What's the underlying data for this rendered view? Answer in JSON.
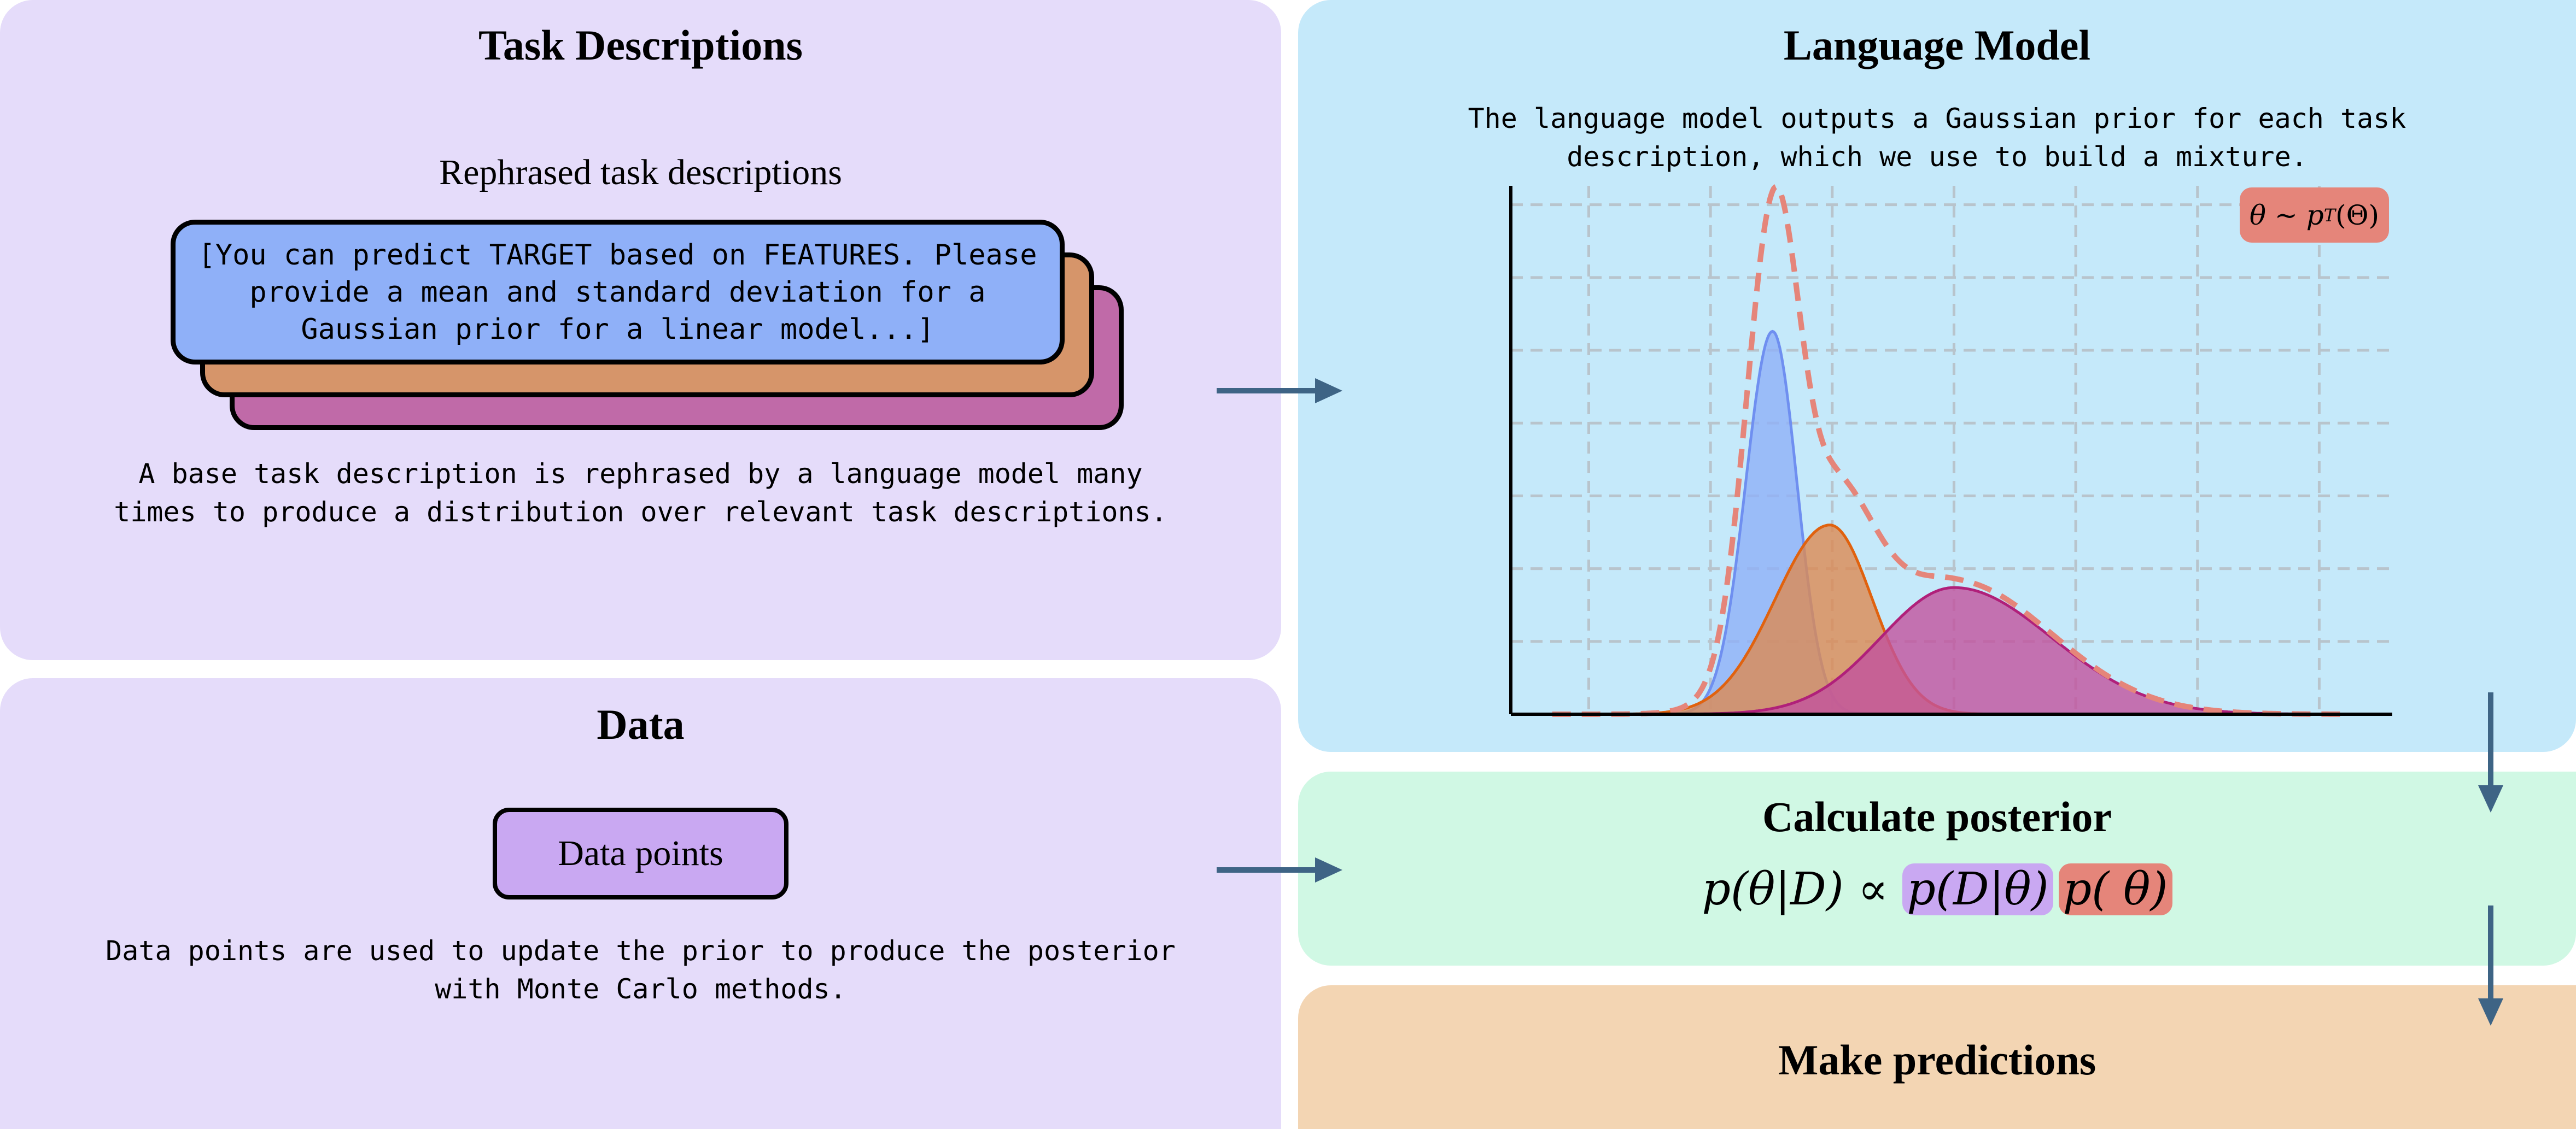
{
  "task_panel": {
    "title": "Task Descriptions",
    "subtitle": "Rephrased task descriptions",
    "prompt_lines": [
      "[You can predict TARGET based on FEATURES. Please",
      "provide a mean and standard deviation for a",
      "Gaussian prior for a linear model...]"
    ],
    "caption_lines": [
      "A base task description is rephrased by a language model many",
      "times to produce a distribution over relevant task descriptions."
    ]
  },
  "data_panel": {
    "title": "Data",
    "box_label": "Data points",
    "caption_lines": [
      "Data points are used to update the prior to produce the posterior",
      "with Monte Carlo methods."
    ]
  },
  "lm_panel": {
    "title": "Language Model",
    "caption_lines": [
      "The language model outputs a Gaussian prior for each task",
      "description, which we use to build a mixture."
    ],
    "legend": "θ ~ p",
    "legend_sub": "T",
    "legend_tail": "(Θ)"
  },
  "posterior_panel": {
    "title": "Calculate posterior",
    "lhs": "p(θ|D) ∝",
    "likelihood": "p(D|θ)",
    "prior": "p( θ)"
  },
  "predictions_panel": {
    "title": "Make predictions"
  },
  "colors": {
    "lavender": "#e5dcfa",
    "sky": "#c5e9fa",
    "mint": "#d0f8e4",
    "peach": "#f3d5b3",
    "card_blue": "#8fb0f8",
    "card_orange": "#d6956a",
    "card_magenta": "#c06aa8",
    "purple_box": "#c9a8f2",
    "red_box": "#e5857a",
    "arrow": "#3e6485"
  },
  "chart_data": {
    "type": "area",
    "title": "",
    "xlabel": "",
    "ylabel": "",
    "xlim": [
      -0.64,
      6.6
    ],
    "ylim": [
      0,
      7.26
    ],
    "grid": true,
    "legend_position": "top-right",
    "series": [
      {
        "name": "prior-blue",
        "mean": 1.51,
        "sigma_left": 0.22,
        "sigma_right": 0.2,
        "peak": 5.26,
        "fill": "#8fb0f8",
        "stroke": "#6f8ff0"
      },
      {
        "name": "prior-orange",
        "mean": 1.98,
        "sigma_left": 0.45,
        "sigma_right": 0.35,
        "peak": 2.6,
        "fill": "#dc8a52",
        "stroke": "#e0620f"
      },
      {
        "name": "prior-magenta",
        "mean": 3.0,
        "sigma_left": 0.6,
        "sigma_right": 0.8,
        "peak": 1.74,
        "fill": "#c2529e",
        "stroke": "#b0207a"
      }
    ],
    "mixture": {
      "name": "mixture",
      "style": "dashed",
      "color": "#e5857a"
    }
  }
}
